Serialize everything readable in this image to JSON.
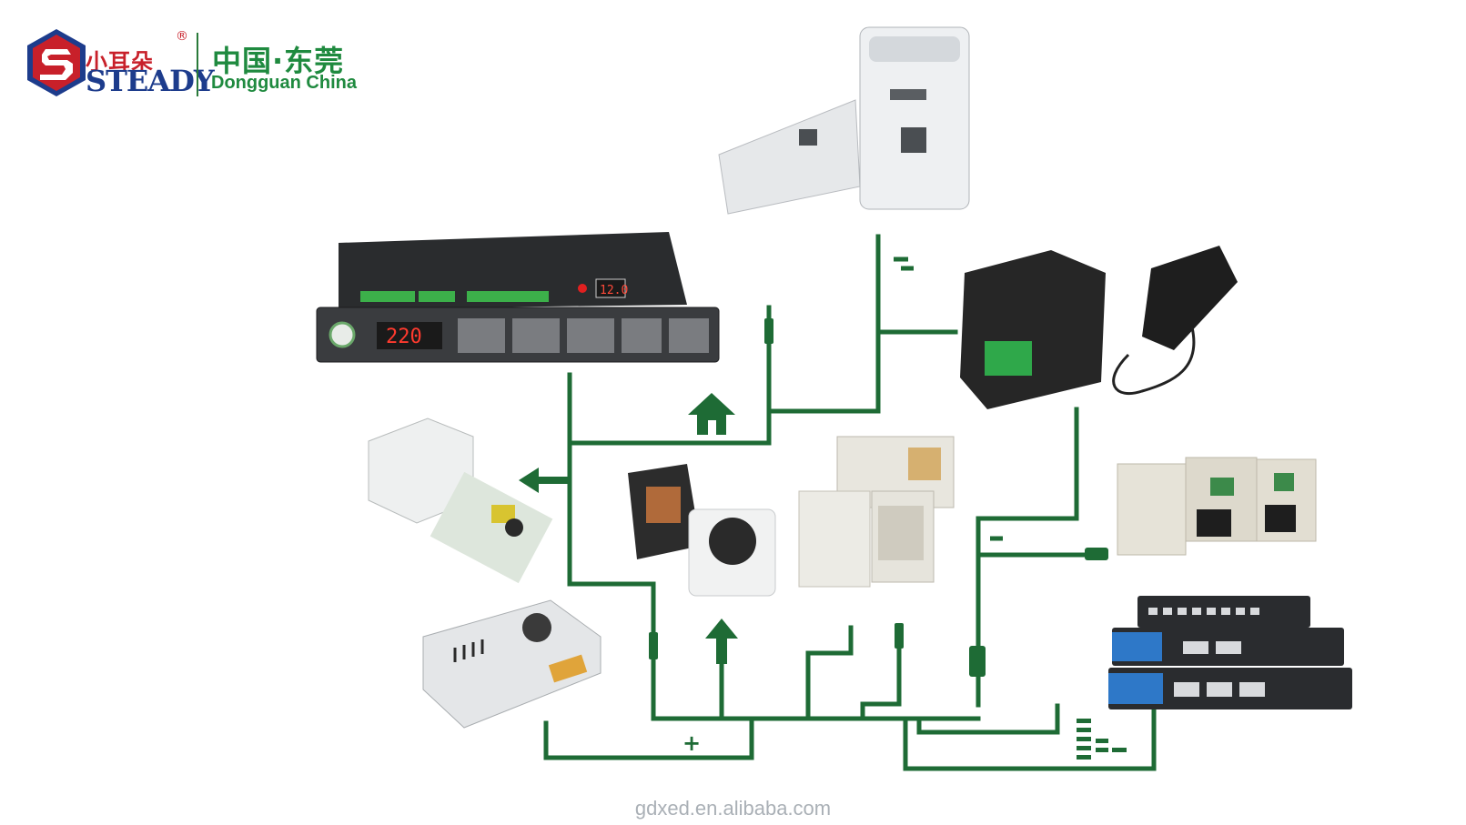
{
  "logo": {
    "brand_cn": "小耳朵",
    "brand_en": "STEADY",
    "registered_mark": "®",
    "city_cn": "中国·东莞",
    "city_en": "Dongguan China"
  },
  "devices": {
    "power_strip_display": "220",
    "power_strip_meter": "12.0"
  },
  "diagram_symbols": {
    "plus": "+"
  },
  "watermark": "gdxed.en.alibaba.com",
  "colors": {
    "line_green": "#1e6b35",
    "brand_red": "#c8202a",
    "brand_blue": "#1d3c8c",
    "text_green": "#1f8a3f"
  }
}
